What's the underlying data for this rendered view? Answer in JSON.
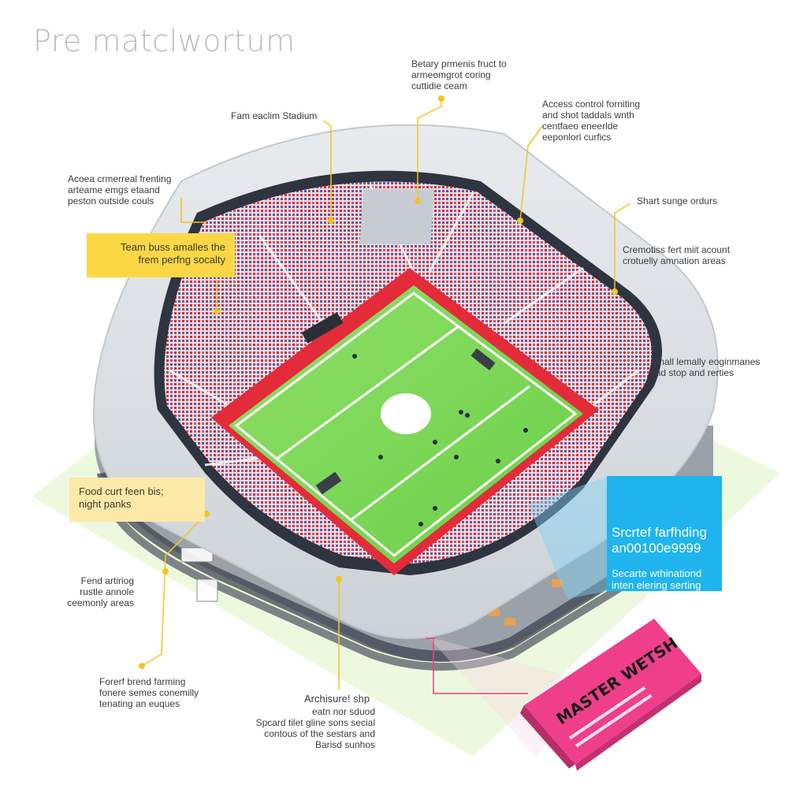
{
  "title": "Pre matclwortum",
  "labels": {
    "top_center": "Betary prmenis fruct to\narmeomgrot coring\ncuttidie ceam",
    "stadium_name": "Fam eaclim Stadium",
    "access_control": "Access control forniting\nand shot taddals wnth\ncentfaeo eneerlde\neeponlorl curfics",
    "left_top": "Acoea crmerreal frenting\narteame emgs etaand\npeston outside couls",
    "short_signage": "Shart sunge ordurs",
    "ceremonies": "Cremotiss fert miit acount\ncrotuelly amnation areas",
    "small_family": "Small lemally eoginmanes\nend stop and rerties",
    "fend_area": "Fend artiriog\nrustle annole\nceemonly areas",
    "forest_brand": "Forerf brend farming\nfonere semes conemilly\ntenating an euques",
    "architecture_title": "Archisure! shp",
    "architecture_text": "eatn nor sduod\nSpcard tilet gline sons secial\ncontous of the sestars and\nBarisd sunhos"
  },
  "callouts": {
    "team_bus": "Team buss amalles the\nfrem perfng socalty",
    "food_court": "Food curt feen bis;\nnight panks",
    "blue_title": "Srcrtef farfhding\nan00100e9999",
    "blue_sub": "Secarte wthinationd\ninten elering serting"
  },
  "sign": {
    "headline": "MASTER WETSH"
  },
  "colors": {
    "pitch": "#7ed957",
    "pitch_dark": "#6cc84a",
    "seats_red": "#d8334a",
    "seats_blue": "#3b5fc8",
    "roof": "#d9dde1",
    "ground_green": "#e6f7d2",
    "red_board": "#e32b3a",
    "yellow": "#fbd745",
    "blue": "#1fb4ee",
    "pink": "#ef3f8a",
    "leader": "#f2c61f"
  }
}
